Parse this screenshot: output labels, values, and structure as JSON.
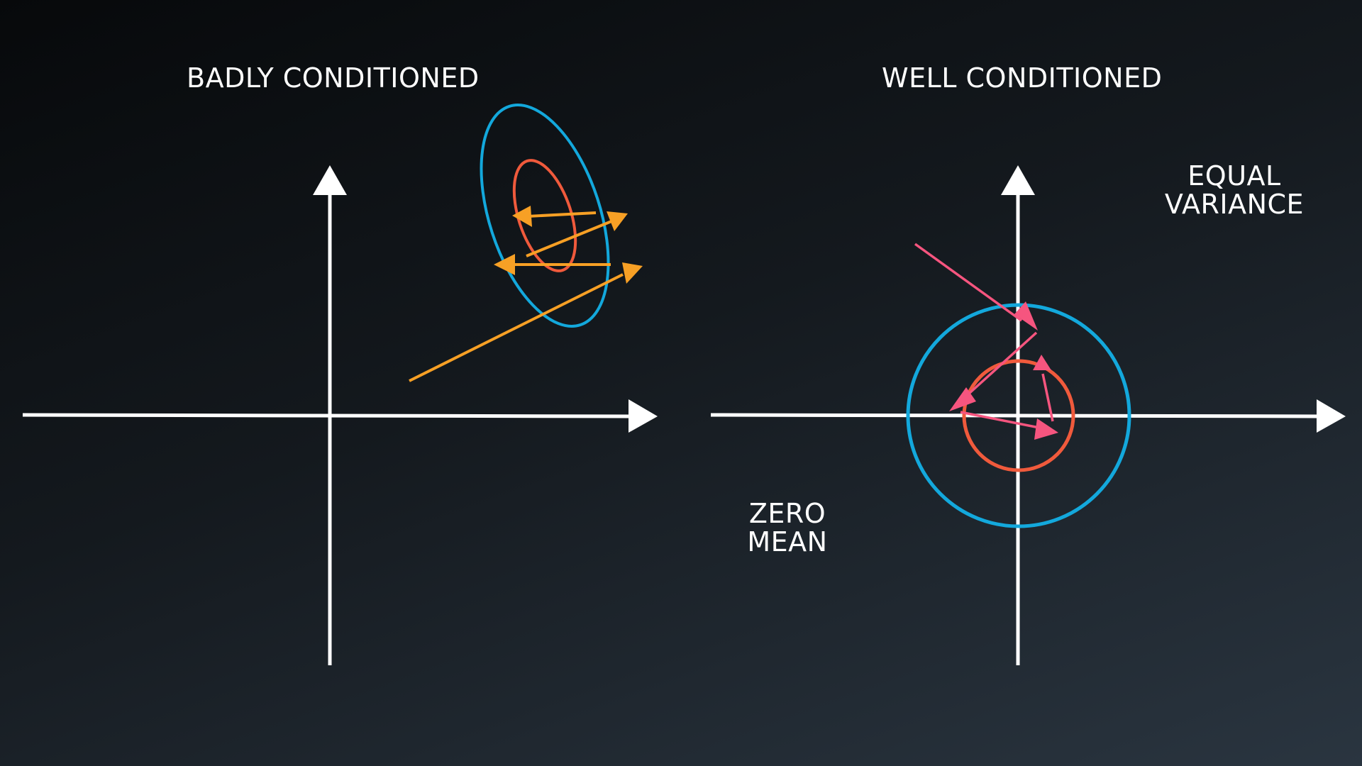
{
  "left_panel": {
    "title": "BADLY CONDITIONED"
  },
  "right_panel": {
    "title": "WELL CONDITIONED",
    "annotation_top": [
      "EQUAL",
      "VARIANCE"
    ],
    "annotation_bottom": [
      "ZERO",
      "MEAN"
    ]
  },
  "colors": {
    "axis": "#ffffff",
    "outer_contour": "#13a8dc",
    "inner_contour": "#f05a3c",
    "path_left": "#f7a025",
    "path_right": "#f6557f"
  }
}
